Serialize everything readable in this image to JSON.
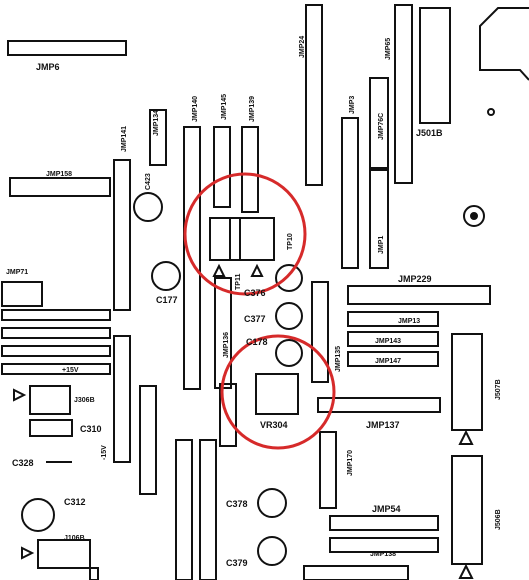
{
  "board": {
    "highlight_color": "#d62a2a",
    "labels": {
      "jmp6": "JMP6",
      "jmp24": "JMP24",
      "jmp65": "JMP65",
      "j501b": "J501B",
      "jmp141": "JMP141",
      "jmp134": "JMP134",
      "jmp140": "JMP140",
      "jmp145": "JMP145",
      "jmp139": "JMP139",
      "jmp3": "JMP3",
      "jmp76c": "JMP76C",
      "jmp158": "JMP158",
      "c423": "C423",
      "tp10": "TP10",
      "tp11": "TP11",
      "jmp1": "JMP1",
      "jmp71": "JMP71",
      "c177": "C177",
      "c376": "C376",
      "jmp229": "JMP229",
      "c377": "C377",
      "jmp136": "JMP136",
      "jmp13": "JMP13",
      "jmp143": "JMP143",
      "jmp147": "JMP147",
      "c178": "C178",
      "jmp135": "JMP135",
      "plus15v": "+15V",
      "j306b": "J306B",
      "minus15v": "-15V",
      "c310": "C310",
      "c328": "C328",
      "vr304": "VR304",
      "jmp137": "JMP137",
      "j507b": "J507B",
      "jmp170": "JMP170",
      "jmp54": "JMP54",
      "jmp138": "JMP138",
      "j506b": "J506B",
      "c312": "C312",
      "j106b": "J106B",
      "c378": "C378",
      "c379": "C379"
    }
  }
}
